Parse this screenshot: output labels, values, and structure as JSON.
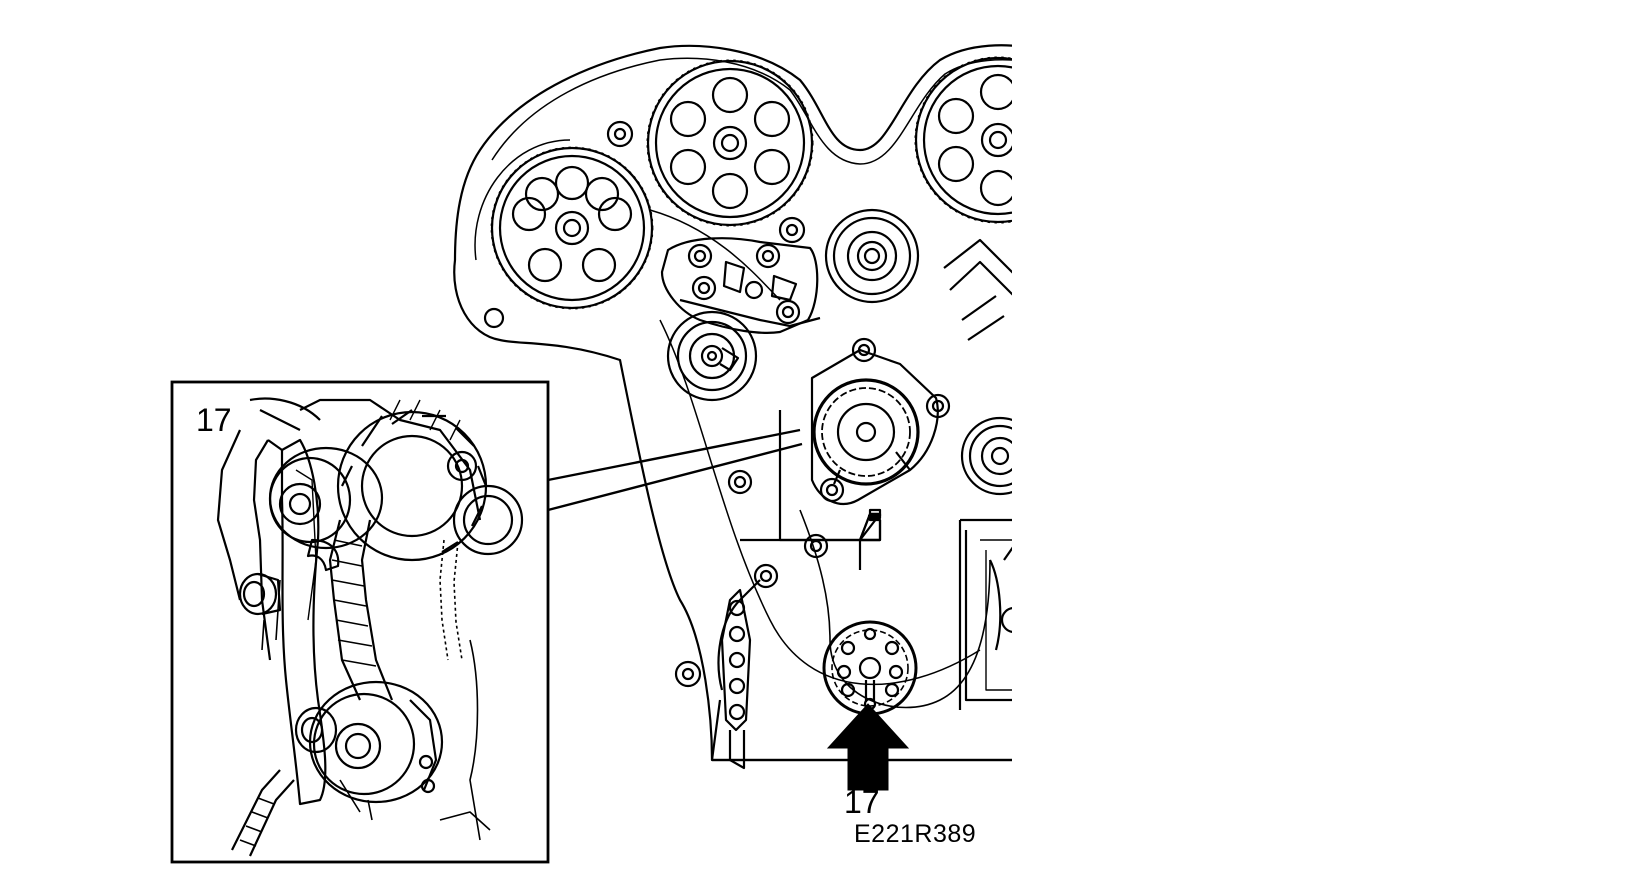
{
  "labels": {
    "inset_callout": "17",
    "main_callout": "17",
    "figure_id": "E221R389"
  }
}
